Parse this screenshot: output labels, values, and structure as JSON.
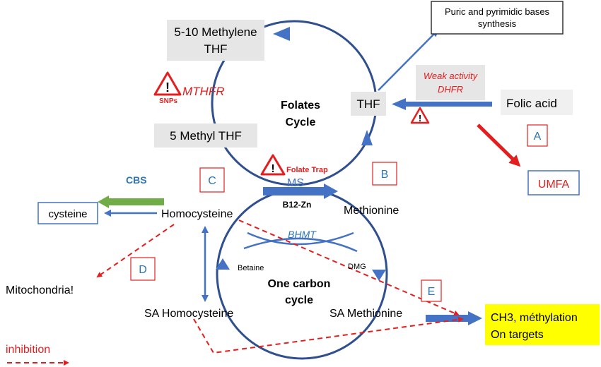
{
  "colors": {
    "cycle_blue": "#2f4f8f",
    "arrow_blue": "#4472c4",
    "red": "#e41e1e",
    "label_blue": "#2e75b6",
    "gray_box": "#e6e6e6",
    "green": "#70ad47",
    "yellow": "#ffff00"
  },
  "nodes": {
    "methylene_thf": [
      "5-10 Methylene",
      "THF"
    ],
    "methyl_thf": "5 Methyl THF",
    "thf": "THF",
    "folic_acid": "Folic acid",
    "puric": [
      "Puric and pyrimidic bases",
      "synthesis"
    ],
    "homocysteine": "Homocysteine",
    "methionine": "Methionine",
    "cysteine": "cysteine",
    "mitochondria": "Mitochondria!",
    "sa_homocysteine": "SA Homocysteine",
    "sa_methionine": "SA Methionine",
    "ch3": [
      "CH3, méthylation",
      "On targets"
    ],
    "umfa": "UMFA"
  },
  "cycles": {
    "folates": [
      "Folates",
      "Cycle"
    ],
    "one_carbon": [
      "One carbon",
      "cycle"
    ]
  },
  "enzymes": {
    "mthfr": "MTHFR",
    "dhfr": [
      "Weak activity",
      "DHFR"
    ],
    "ms": "MS",
    "b12": "B12-Zn",
    "bhmt": "BHMT",
    "cbs": "CBS",
    "betaine": "Betaine",
    "dmg": "DMG"
  },
  "warnings": {
    "snps": "SNPs",
    "folate_trap": "Folate Trap"
  },
  "letters": {
    "a": "A",
    "b": "B",
    "c": "C",
    "d": "D",
    "e": "E"
  },
  "legend": {
    "inhibition": "inhibition"
  }
}
